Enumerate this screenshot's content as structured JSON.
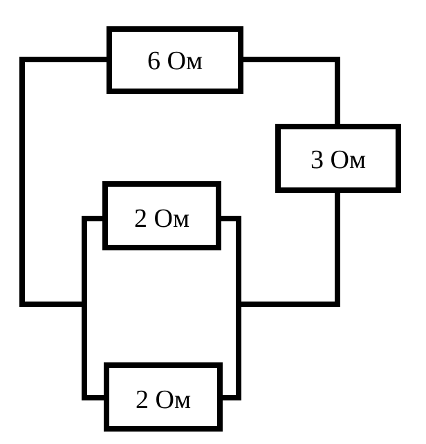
{
  "resistors": {
    "top": {
      "label": "6 Ом"
    },
    "right": {
      "label": "3 Ом"
    },
    "parallel_upper": {
      "label": "2 Ом"
    },
    "parallel_lower": {
      "label": "2 Ом"
    }
  },
  "colors": {
    "wire": "#000000",
    "background": "#ffffff"
  }
}
